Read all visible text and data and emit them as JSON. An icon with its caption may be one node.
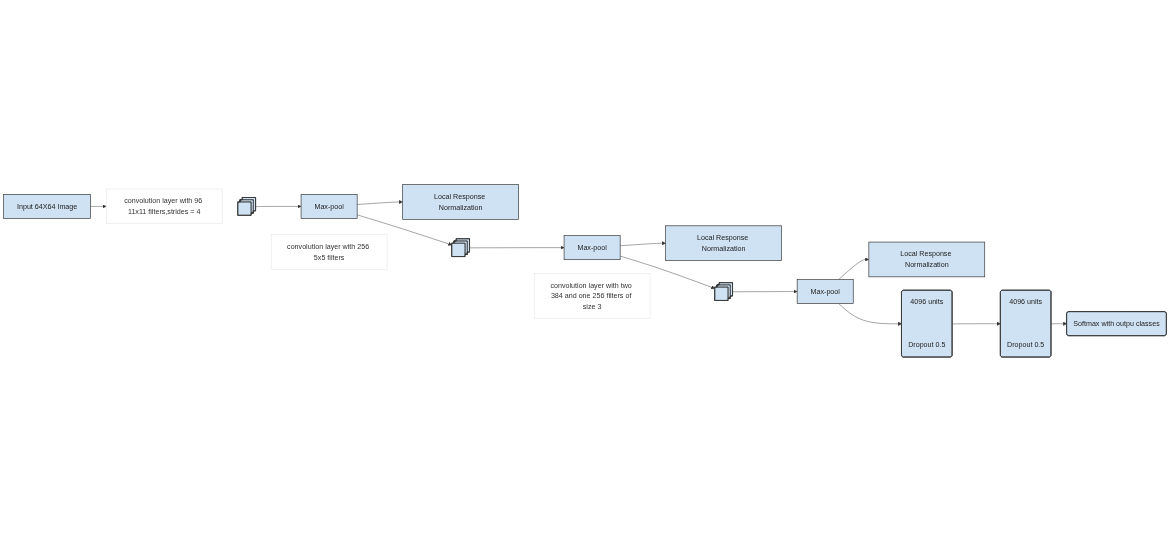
{
  "diagram": {
    "nodes": [
      {
        "text": [
          "Input 64X64 Image"
        ]
      },
      {
        "text": [
          "convolution layer with 96 11x11 filters,strides = 4"
        ]
      },
      {
        "text": [],
        "shape": "box"
      },
      {
        "text": [
          "Max-pool"
        ]
      },
      {
        "text": [
          "Local Response Normalization"
        ]
      },
      {
        "text": [
          "convolution layer with 256 5x5 filters"
        ]
      },
      {
        "text": [],
        "shape": "box"
      },
      {
        "text": [
          "Max-pool"
        ]
      },
      {
        "text": [
          "Local Response Normalization"
        ]
      },
      {
        "text": [
          "convolution layer with two 384 and one 256 filters of size 3"
        ]
      },
      {
        "text": [],
        "shape": "box"
      },
      {
        "text": [
          "Max-pool"
        ]
      },
      {
        "text": [
          "Local Response Normalization"
        ]
      },
      {
        "text": [
          "4096 units",
          "Dropout 0.5"
        ]
      },
      {
        "text": [
          "4096 units",
          "Dropout 0.5"
        ]
      },
      {
        "text": [
          "Softmax with outpu classes"
        ]
      }
    ],
    "edges": [
      {
        "from": 0,
        "to": 1,
        "arrow": "to"
      },
      {
        "from": 2,
        "to": 3,
        "arrow": "to"
      },
      {
        "from": 3,
        "to": 6,
        "arrow": "to"
      },
      {
        "from": 3,
        "to": 4,
        "arrow": "to"
      },
      {
        "from": 6,
        "to": 7,
        "arrow": "to"
      },
      {
        "from": 7,
        "to": 10,
        "arrow": "to"
      },
      {
        "from": 7,
        "to": 8,
        "arrow": "to"
      },
      {
        "from": 10,
        "to": 11,
        "arrow": "to"
      },
      {
        "from": 11,
        "to": 13,
        "arrow": "to"
      },
      {
        "from": 11,
        "to": 12,
        "arrow": "to"
      },
      {
        "from": 13,
        "to": 14,
        "arrow": "to"
      },
      {
        "from": 14,
        "to": 15,
        "arrow": "to"
      }
    ]
  }
}
